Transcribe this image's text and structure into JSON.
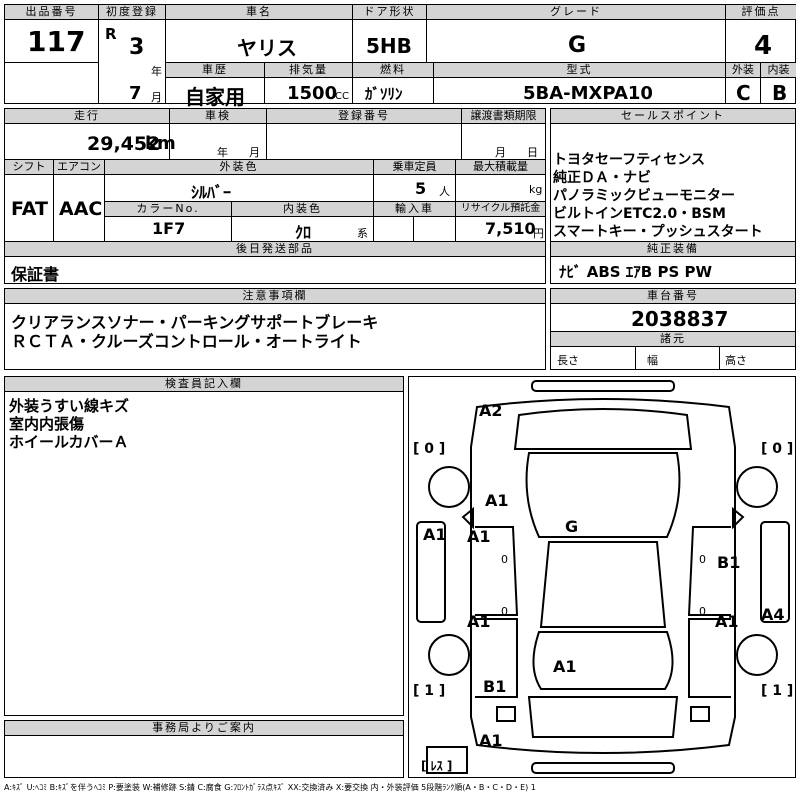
{
  "header": {
    "lot_label": "出品番号",
    "lot": "117",
    "reg_label": "初度登録",
    "era": "R",
    "year": "3",
    "year_unit": "年",
    "month": "7",
    "month_unit": "月",
    "name_label": "車名",
    "name": "ヤリス",
    "door_label": "ドア形状",
    "door": "5HB",
    "grade_label": "グレード",
    "grade": "G",
    "score_label": "評価点",
    "score": "4",
    "history_label": "車歴",
    "history": "自家用",
    "displacement_label": "排気量",
    "displacement": "1500",
    "cc": "CC",
    "fuel_label": "燃料",
    "fuel": "ｶﾞｿﾘﾝ",
    "model_label": "型式",
    "model": "5BA-MXPA10",
    "ext_label": "外装",
    "ext": "C",
    "int_label": "内装",
    "int": "B"
  },
  "mid": {
    "mileage_label": "走行",
    "mileage": "29,452",
    "km": "km",
    "inspection_label": "車検",
    "year_unit": "年",
    "month_unit": "月",
    "plate_label": "登録番号",
    "transfer_label": "譲渡書類期限",
    "t_month": "月",
    "t_day": "日",
    "shift_label": "シフト",
    "shift": "FAT",
    "ac_label": "エアコン",
    "ac": "AAC",
    "color_label": "外装色",
    "color": "ｼﾙﾊﾞｰ",
    "capacity_label": "乗車定員",
    "capacity": "5",
    "capacity_unit": "人",
    "load_label": "最大積載量",
    "load_unit": "kg",
    "colorno_label": "カラーNo.",
    "colorno": "1F7",
    "intcolor_label": "内装色",
    "intcolor": "ｸﾛ",
    "intcolor_unit": "系",
    "import_label": "輸入車",
    "recycle_label": "リサイクル預託金",
    "recycle": "7,510",
    "yen": "円",
    "later_label": "後日発送部品",
    "later": "保証書"
  },
  "sales": {
    "label": "セールスポイント",
    "lines": [
      "トヨタセーフティセンス",
      "純正ＤＡ・ナビ",
      "パノラミックビューモニター",
      "ビルトインETC2.0・BSM",
      "スマートキー・プッシュスタート"
    ],
    "equip_label": "純正装備",
    "equip": "ﾅﾋﾞ ABS ｴｱB PS PW"
  },
  "notes": {
    "label": "注意事項欄",
    "lines": [
      "クリアランスソナー・パーキングサポートブレーキ",
      "ＲＣＴＡ・クルーズコントロール・オートライト"
    ]
  },
  "chassis": {
    "label": "車台番号",
    "value": "2038837",
    "dim_label": "諸元",
    "length": "長さ",
    "width": "幅",
    "height": "高さ"
  },
  "inspector": {
    "label": "検査員記入欄",
    "lines": [
      "外装うすい線キズ",
      "室内内張傷",
      "ホイールカバーＡ"
    ]
  },
  "office": {
    "label": "事務局よりご案内"
  },
  "diagram": {
    "marks": [
      "A2",
      "A1",
      "G",
      "A1",
      "A1",
      "A1",
      "B1",
      "A1",
      "A1",
      "A4",
      "A1",
      "B1",
      "A1"
    ],
    "tire_fl": "0",
    "tire_fr": "0",
    "tire_rl": "1",
    "tire_rr": "1",
    "spare": "ﾚｽ",
    "depth": [
      "0",
      "0",
      "0",
      "0"
    ]
  },
  "legend": "A:ｷｽﾞ U:ﾍｺﾐ B:ｷｽﾞを伴うﾍｺﾐ P:要塗装 W:補修跡 S:錆 C:腐食 G:ﾌﾛﾝﾄｶﾞﾗｽ点ｷｽﾞ XX:交換済み X:要交換 内・外装評価 5段階ﾗﾝｸ順(A・B・C・D・E) 1"
}
